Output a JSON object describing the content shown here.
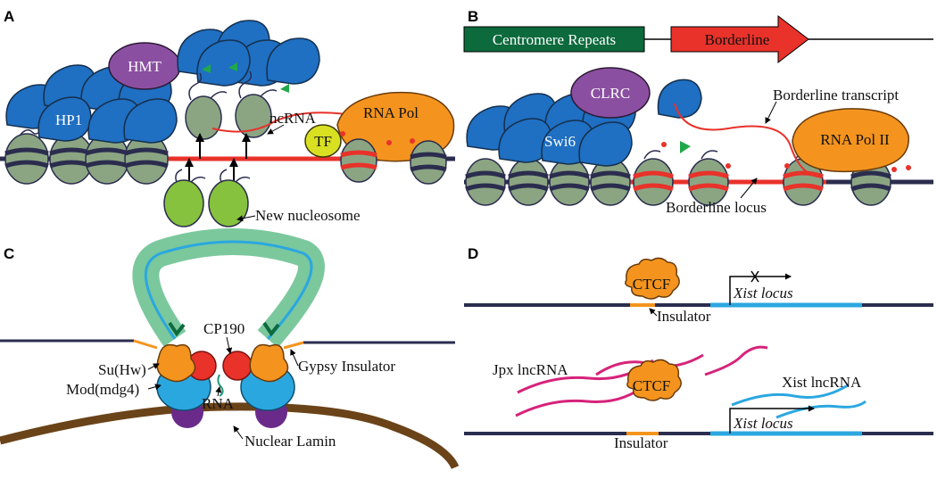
{
  "colors": {
    "dna_dark": "#2b2d4e",
    "red": "#e8322a",
    "hp1_blue": "#1f6fc2",
    "nucleosome_green": "#8ba583",
    "new_nucleosome": "#86c23d",
    "hmt_purple": "#8b4fa1",
    "rna_pol_orange": "#f4941e",
    "tf_yellow": "#d9e021",
    "centromere_green": "#0d6a3c",
    "borderline_red": "#e8322a",
    "lamin_brown": "#6a4318",
    "xist_blue": "#2ba7e0",
    "lncrna_pink": "#d6237a",
    "loop_green": "#4fb57c"
  },
  "panels": {
    "a": {
      "letter": "A",
      "hmt": "HMT",
      "hp1": "HP1",
      "ncrna": "ncRNA",
      "rna_pol": "RNA Pol",
      "tf": "TF",
      "new_nucleosome": "New nucleosome"
    },
    "b": {
      "letter": "B",
      "centromere_repeats": "Centromere Repeats",
      "borderline": "Borderline",
      "clrc": "CLRC",
      "borderline_transcript": "Borderline transcript",
      "swi6": "Swi6",
      "rna_pol_ii": "RNA Pol II",
      "borderline_locus": "Borderline locus"
    },
    "c": {
      "letter": "C",
      "cp190": "CP190",
      "su_hw": "Su(Hw)",
      "gypsy_insulator": "Gypsy Insulator",
      "mod_mdg4": "Mod(mdg4)",
      "rna": "RNA",
      "nuclear_lamin": "Nuclear Lamin"
    },
    "d": {
      "letter": "D",
      "ctcf_top": "CTCF",
      "xist_locus_top": "Xist locus",
      "insulator_top": "Insulator",
      "jpx_lncrna": "Jpx lncRNA",
      "ctcf_bottom": "CTCF",
      "xist_lncrna": "Xist lncRNA",
      "xist_locus_bottom": "Xist locus",
      "insulator_bottom": "Insulator"
    }
  }
}
